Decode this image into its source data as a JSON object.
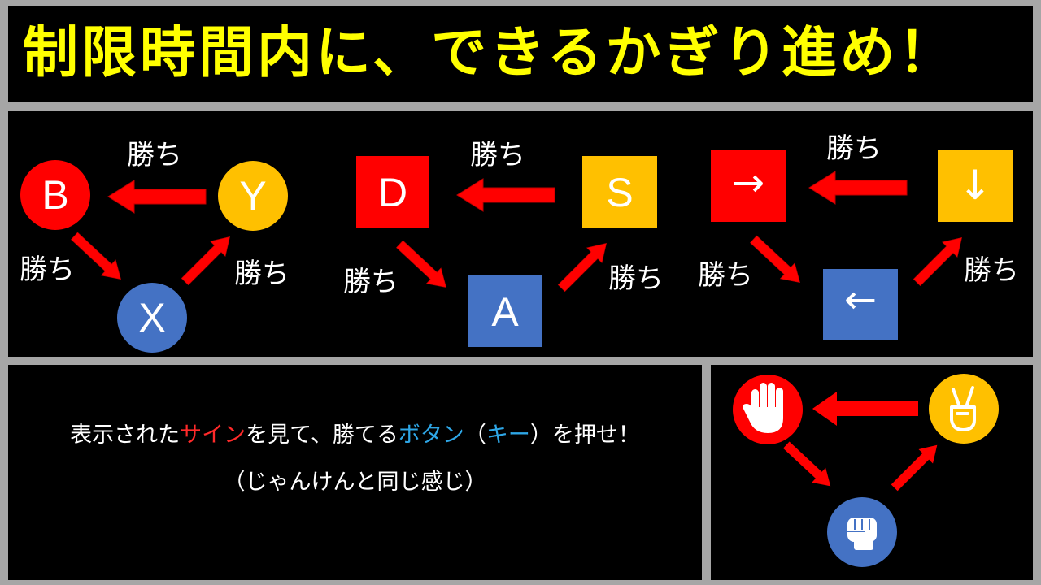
{
  "title": "制限時間内に、できるかぎり進め！",
  "win_label": "勝ち",
  "groups": [
    {
      "left": "B",
      "right": "Y",
      "bottom": "X"
    },
    {
      "left": "D",
      "right": "S",
      "bottom": "A"
    },
    {
      "left": "→",
      "right": "↓",
      "bottom": "←"
    }
  ],
  "instructions": {
    "part1": "表示された",
    "sign": "サイン",
    "part2": "を見て、勝てる",
    "button": "ボタン",
    "paren_open": "（",
    "key": "キー",
    "part3": "）を押せ！",
    "line2": "（じゃんけんと同じ感じ）"
  },
  "colors": {
    "red": "#ff0000",
    "yellow": "#ffc000",
    "blue": "#4472c4",
    "title": "#ffff00",
    "arrow": "#ff0000"
  },
  "hand_icons": {
    "left": "open-hand-icon",
    "right": "peace-hand-icon",
    "bottom": "fist-icon"
  }
}
